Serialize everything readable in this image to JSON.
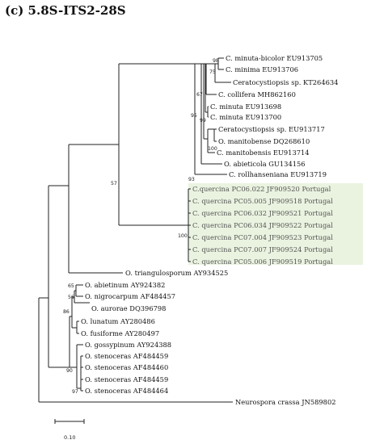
{
  "title": "(c) 5.8S-ITS2-28S",
  "highlight_color": "#eaf3e0",
  "taxa": [
    {
      "id": "t1",
      "label": "C. minuta-bicolor EU913705"
    },
    {
      "id": "t2",
      "label": "C. minima EU913706"
    },
    {
      "id": "t3",
      "label": "Ceratocystiopsis sp. KT264634"
    },
    {
      "id": "t4",
      "label": "C. collifera MH862160"
    },
    {
      "id": "t5",
      "label": "C. minuta EU913698"
    },
    {
      "id": "t6",
      "label": "C. minuta EU913700"
    },
    {
      "id": "t7",
      "label": "Ceratocystiopsis sp. EU913717"
    },
    {
      "id": "t8",
      "label": "O. manitobense DQ268610"
    },
    {
      "id": "t9",
      "label": "C. manitobensis EU913714"
    },
    {
      "id": "t10",
      "label": "O. abieticola GU134156"
    },
    {
      "id": "t11",
      "label": "C. rollhanseniana EU913719"
    },
    {
      "id": "t12",
      "label": "C.quercina PC06.022 JF909520 Portugal"
    },
    {
      "id": "t13",
      "label": "C. quercina PC05.005 JF909518 Portugal"
    },
    {
      "id": "t14",
      "label": "C. quercina PC06.032 JF909521 Portugal"
    },
    {
      "id": "t15",
      "label": "C. quercina PC06.034 JF909522 Portugal"
    },
    {
      "id": "t16",
      "label": "C. quercina PC07.004 JF909523 Portugal"
    },
    {
      "id": "t17",
      "label": "C. quercina PC07.007 JF909524 Portugal"
    },
    {
      "id": "t18",
      "label": "C. quercina PC05.006 JF909519 Portugal"
    },
    {
      "id": "t19",
      "label": "O. triangulosporum AY934525"
    },
    {
      "id": "t20",
      "label": "O. abietinum AY924382"
    },
    {
      "id": "t21",
      "label": "O. nigrocarpum AF484457"
    },
    {
      "id": "t22",
      "label": "O. aurorae DQ396798"
    },
    {
      "id": "t23",
      "label": "O. lunatum AY280486"
    },
    {
      "id": "t24",
      "label": "O. fusiforme AY280497"
    },
    {
      "id": "t25",
      "label": "O. gossypinum AY924388"
    },
    {
      "id": "t26",
      "label": "O. stenoceras AF484459"
    },
    {
      "id": "t27",
      "label": "O. stenoceras AF484460"
    },
    {
      "id": "t28",
      "label": "O. stenoceras AF484459"
    },
    {
      "id": "t29",
      "label": "O. stenoceras AF484464"
    },
    {
      "id": "t30",
      "label": "Neurospora crassa JN589802"
    }
  ],
  "bootstrap": {
    "n_98": "98",
    "n_75": "75",
    "n_67": "67",
    "n_99": "99",
    "n_95": "95",
    "n_100a": "100",
    "n_93": "93",
    "n_57": "57",
    "n_100b": "100",
    "n_65": "65",
    "n_56": "56",
    "n_86": "86",
    "n_90": "90",
    "n_97": "97"
  },
  "scale": {
    "value": 0.1,
    "label": "0.10"
  }
}
